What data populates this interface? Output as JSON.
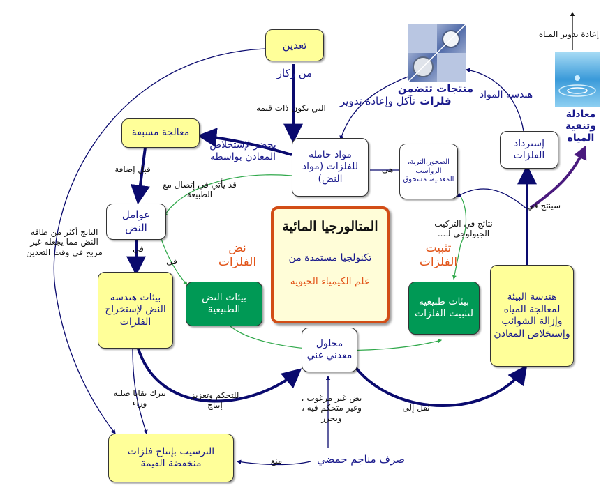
{
  "center": {
    "title": "المتالورجيا المائية",
    "line2": "تكنولجيا مستمدة من",
    "line3": "علم الكيمياء الحيوية"
  },
  "nodes": {
    "mining": "تعدين",
    "pretreatment": "معالجة مسبقة",
    "ore_materials": "مواد حاملة للفلزات (مواد النض)",
    "rocks": "الصخور،التربة، الرواسب المعدنية، مسحوق",
    "metal_recovery": "إسترداد الفلزات",
    "leaching_agents": "عوامل النض",
    "leach_engineering": "بيئات هندسة النض لإستخراج الفلزات",
    "natural_leach": "بيئات النض الطبيعية",
    "metal_solution": "محلول معدني غني",
    "natural_fix": "بيئات طبيعية لتثبيت الفلزات",
    "env_engineering": "هندسة البيئة لمعالجة المياه وإزالة الشوائب وإستخلاص المعادن",
    "low_value": "الترسيب بإنتاج فلزات منخفضة القيمة"
  },
  "labels": {
    "from_concentrate": "من ركاز",
    "valuable": "التي تكون ذات قيمة",
    "prepared": "يحضر لإستخلاص المعادن بواسطة",
    "before_add": "قبل إضافة",
    "may_contact": "قد يأتي في إتصال مع الطبيعة",
    "in_1": "في",
    "in_2": "في",
    "leaves_residues": "تترك بقايا صلبة وراء",
    "control_enhance": "للتحكم وتعزيز إنتاج",
    "undesired_leach": "نض غير مرغوب ، وغير متحكم فيه ، ويحرر",
    "acid_mine": "صرف مناجم حمضي",
    "prevents": "منع",
    "transferred": "نُقل إلى",
    "result_geology": "نتائج في التركيب الجيولوجي لـ...",
    "produces_in": "سينتج في",
    "is": "هي",
    "corrosion_recycle": "تآكل وإعادة تدوير",
    "materials_eng": "هندسة المواد",
    "metal_products": "منتجات تتضمن فلزات",
    "water_treatment": "معادلة وتنقية المياه",
    "water_recycle": "إعادة تدوير المياه",
    "byproduct": "الناتج أكثر من طاقة النض مما يجعله غير مربح في وقت التعدين",
    "leaching_metals": "نض الفلزات",
    "fixing_metals": "تثبيت الفلزات"
  },
  "colors": {
    "yellow": "#ffff99",
    "green": "#009955",
    "navy": "#1a1a8c",
    "orange": "#e2551a",
    "arrow_dark": "#0a0a6e",
    "arrow_purple": "#4a1a7e",
    "line_green": "#2fa84a"
  }
}
